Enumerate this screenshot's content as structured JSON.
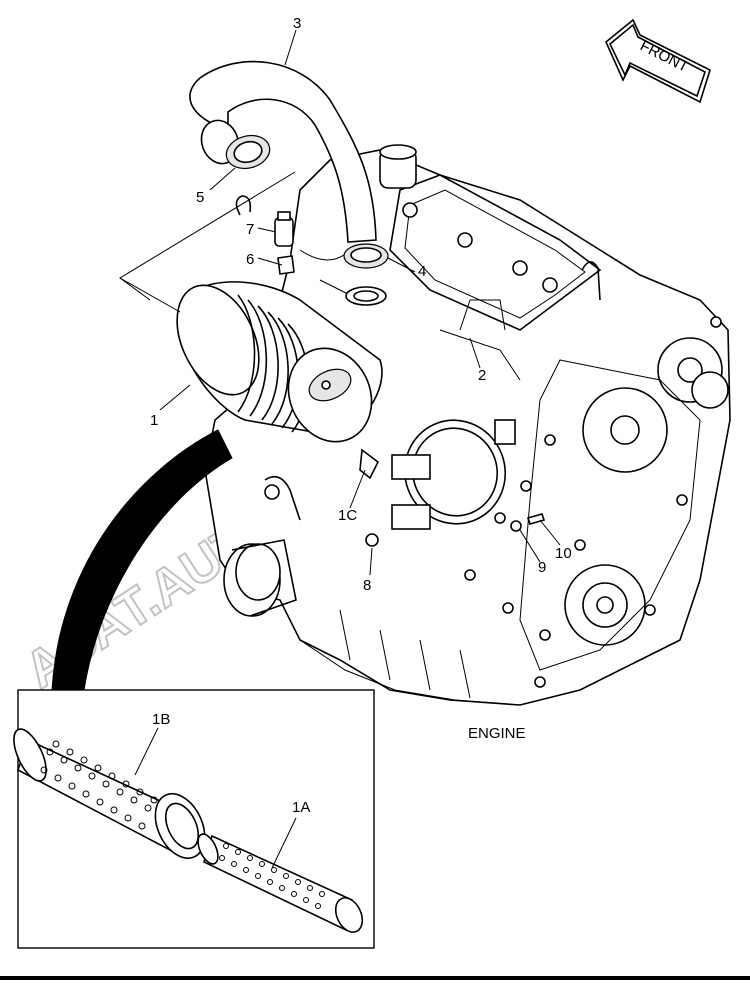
{
  "direction_label": "FRONT",
  "title": "ENGINE",
  "watermark": "АСАТ.AUTODEALER.RU",
  "callouts": {
    "c1": "1",
    "c1A": "1A",
    "c1B": "1B",
    "c1C": "1C",
    "c2": "2",
    "c3": "3",
    "c4": "4",
    "c5": "5",
    "c6": "6",
    "c7": "7",
    "c8": "8",
    "c9": "9",
    "c10": "10"
  }
}
